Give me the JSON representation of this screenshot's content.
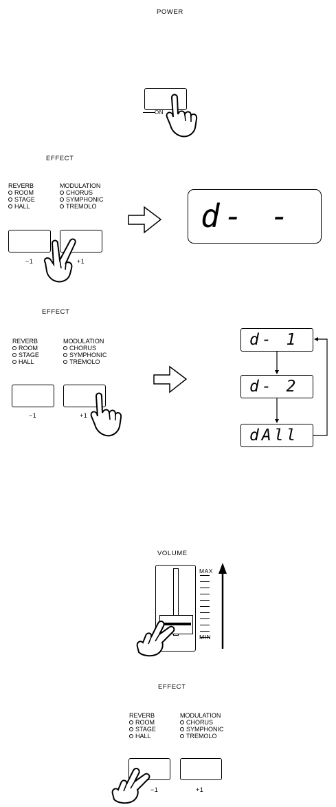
{
  "power": {
    "title": "POWER",
    "on_label": "ON"
  },
  "effect_section_1": {
    "title": "EFFECT",
    "reverb": {
      "title": "REVERB",
      "options": [
        "ROOM",
        "STAGE",
        "HALL"
      ],
      "button_label": "−1"
    },
    "modulation": {
      "title": "MODULATION",
      "options": [
        "CHORUS",
        "SYMPHONIC",
        "TREMOLO"
      ],
      "button_label": "+1"
    },
    "display_text": "d- -"
  },
  "effect_section_2": {
    "title": "EFFECT",
    "reverb": {
      "title": "REVERB",
      "options": [
        "ROOM",
        "STAGE",
        "HALL"
      ],
      "button_label": "−1"
    },
    "modulation": {
      "title": "MODULATION",
      "options": [
        "CHORUS",
        "SYMPHONIC",
        "TREMOLO"
      ],
      "button_label": "+1"
    },
    "cycle_displays": [
      "d- 1",
      "d- 2",
      "dAll"
    ]
  },
  "volume": {
    "title": "VOLUME",
    "max_label": "MAX",
    "min_label": "MIN"
  },
  "effect_section_3": {
    "title": "EFFECT",
    "reverb": {
      "title": "REVERB",
      "options": [
        "ROOM",
        "STAGE",
        "HALL"
      ],
      "button_label": "−1"
    },
    "modulation": {
      "title": "MODULATION",
      "options": [
        "CHORUS",
        "SYMPHONIC",
        "TREMOLO"
      ],
      "button_label": "+1"
    }
  }
}
